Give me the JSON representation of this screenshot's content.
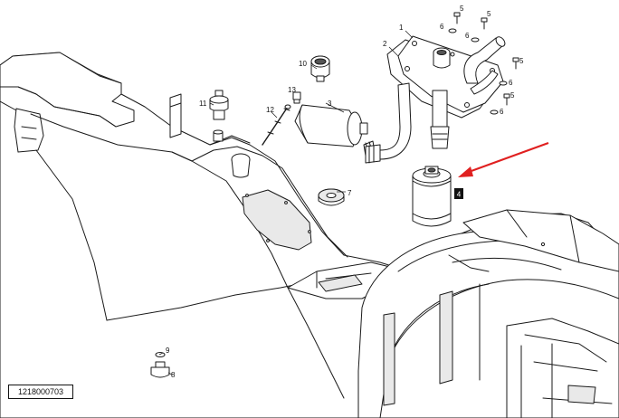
{
  "drawing_number": "1218000703",
  "part_labels": {
    "p1": "1",
    "p2": "2",
    "p3": "3",
    "p4": "4",
    "p5": "5",
    "p6": "6",
    "p7": "7",
    "p8": "8",
    "p9": "9",
    "p10": "10",
    "p11": "11",
    "p12": "12",
    "p13": "13"
  },
  "highlighted_part": "4",
  "arrow_color": "#e02020"
}
